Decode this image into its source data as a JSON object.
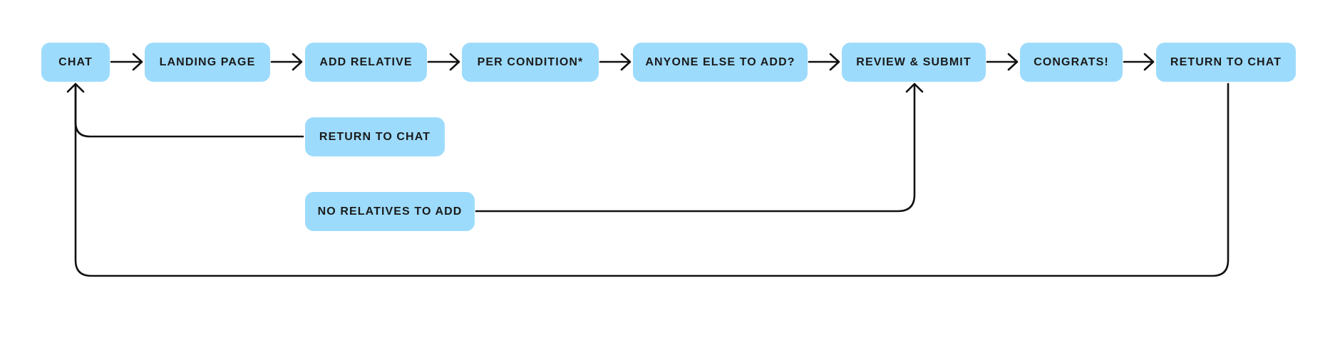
{
  "flow": {
    "nodes": [
      {
        "id": "chat",
        "label": "CHAT"
      },
      {
        "id": "landing",
        "label": "LANDING PAGE"
      },
      {
        "id": "add-relative",
        "label": "ADD RELATIVE"
      },
      {
        "id": "per-condition",
        "label": "PER CONDITION*"
      },
      {
        "id": "anyone-else",
        "label": "ANYONE ELSE TO ADD?"
      },
      {
        "id": "review-submit",
        "label": "REVIEW & SUBMIT"
      },
      {
        "id": "congrats",
        "label": "CONGRATS!"
      },
      {
        "id": "return-chat-end",
        "label": "RETURN TO CHAT"
      },
      {
        "id": "return-chat-branch",
        "label": "RETURN TO CHAT"
      },
      {
        "id": "no-relatives",
        "label": "NO RELATIVES TO ADD"
      }
    ],
    "edges": [
      {
        "from": "chat",
        "to": "landing"
      },
      {
        "from": "landing",
        "to": "add-relative"
      },
      {
        "from": "add-relative",
        "to": "per-condition"
      },
      {
        "from": "per-condition",
        "to": "anyone-else"
      },
      {
        "from": "anyone-else",
        "to": "review-submit"
      },
      {
        "from": "review-submit",
        "to": "congrats"
      },
      {
        "from": "congrats",
        "to": "return-chat-end"
      },
      {
        "from": "return-chat-branch",
        "to": "chat"
      },
      {
        "from": "no-relatives",
        "to": "review-submit"
      },
      {
        "from": "return-chat-end",
        "to": "chat"
      }
    ]
  },
  "colors": {
    "node_fill": "#9ddbfc",
    "node_text": "#1a1a1a",
    "connector": "#111111",
    "background": "#ffffff"
  }
}
